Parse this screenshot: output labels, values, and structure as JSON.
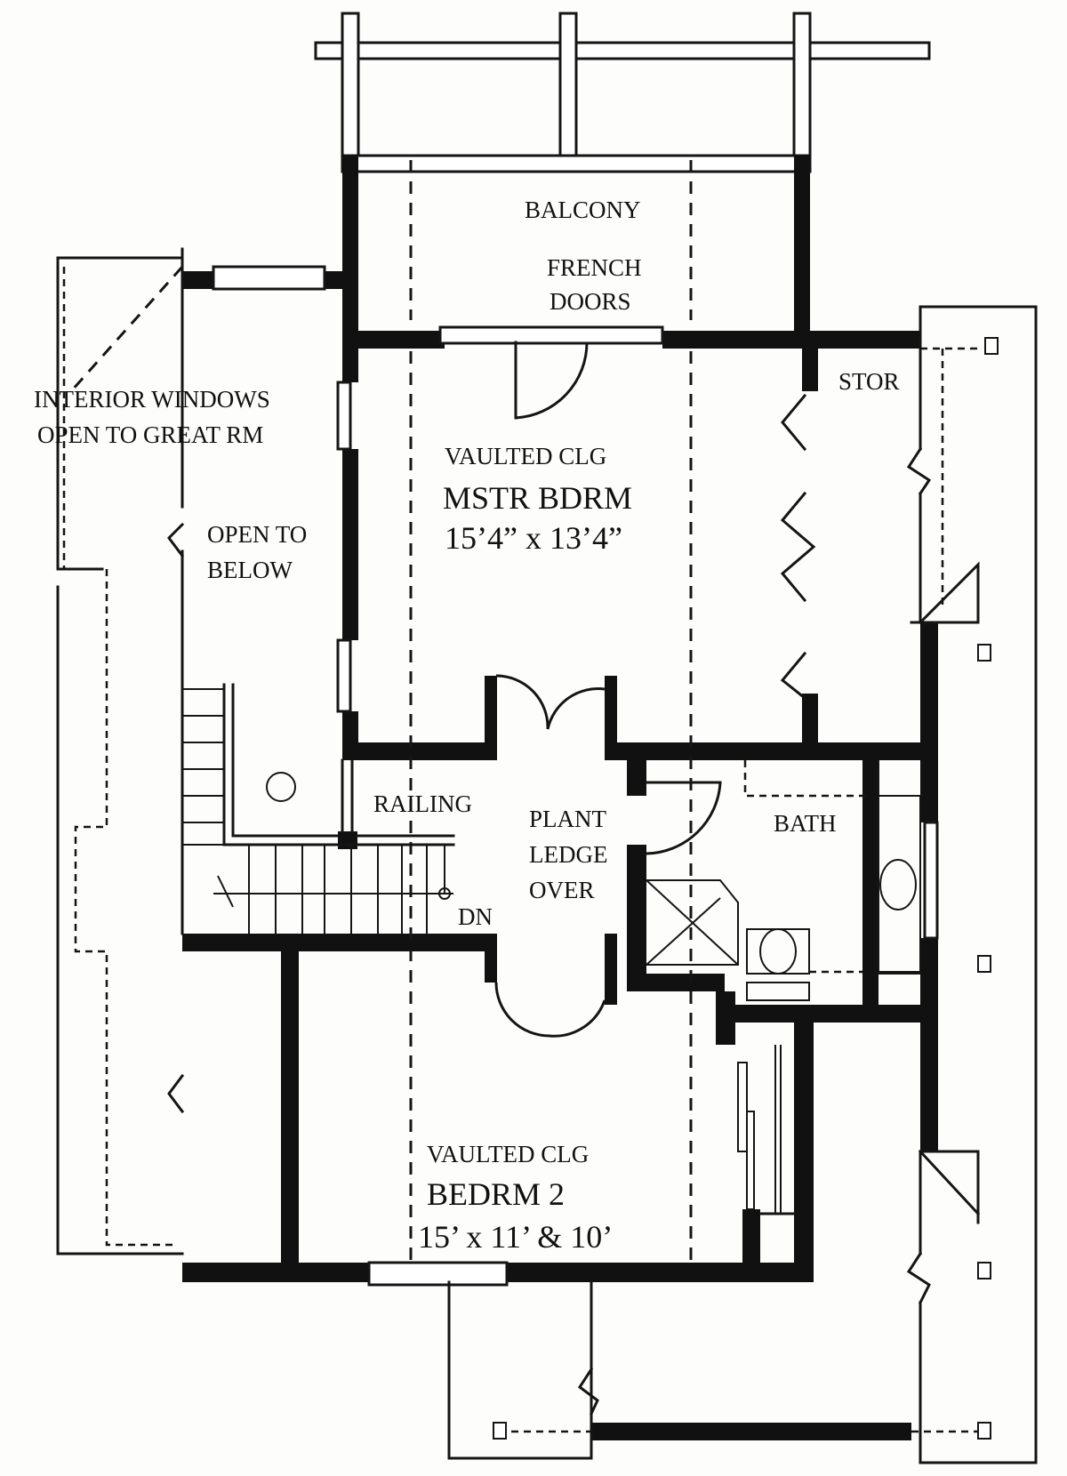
{
  "colors": {
    "ink": "#111111",
    "paper": "#fdfdfc"
  },
  "plan": {
    "balcony": "BALCONY",
    "french_doors": [
      "FRENCH",
      "DOORS"
    ],
    "interior_windows": [
      "INTERIOR WINDOWS",
      "OPEN TO GREAT RM"
    ],
    "open_to_below": [
      "OPEN TO",
      "BELOW"
    ],
    "master_bedroom": {
      "ceiling": "VAULTED CLG",
      "name": "MSTR BDRM",
      "size": "15’4” x 13’4”"
    },
    "storage": "STOR",
    "railing": "RAILING",
    "plant_ledge": [
      "PLANT",
      "LEDGE",
      "OVER"
    ],
    "stairs_down": "DN",
    "bath": "BATH",
    "bedroom_2": {
      "ceiling": "VAULTED CLG",
      "name": "BEDRM 2",
      "size": "15’ x 11’ & 10’"
    }
  }
}
